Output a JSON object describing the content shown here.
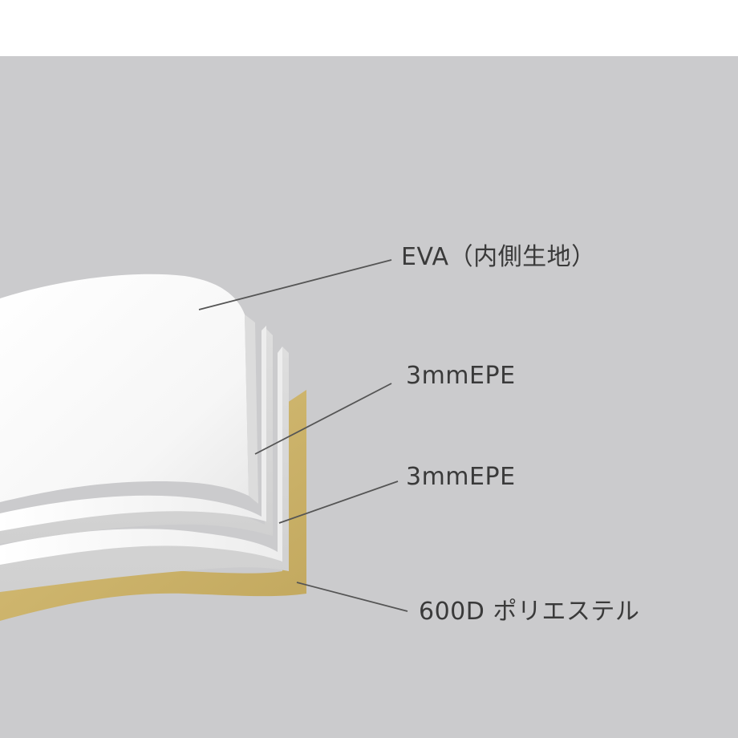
{
  "layers": [
    {
      "id": "eva",
      "label": "EVA（内側生地）",
      "color": "#f7f7f7"
    },
    {
      "id": "epe_1",
      "label": "3mmEPE",
      "color": "#ececec"
    },
    {
      "id": "epe_2",
      "label": "3mmEPE",
      "color": "#f2f2f2"
    },
    {
      "id": "polyester",
      "label": "600D ポリエステル",
      "color": "#cdb46d"
    }
  ],
  "colors": {
    "background": "#cbcbcd",
    "leader_line": "#555555",
    "label_text": "#3a3a3a"
  }
}
